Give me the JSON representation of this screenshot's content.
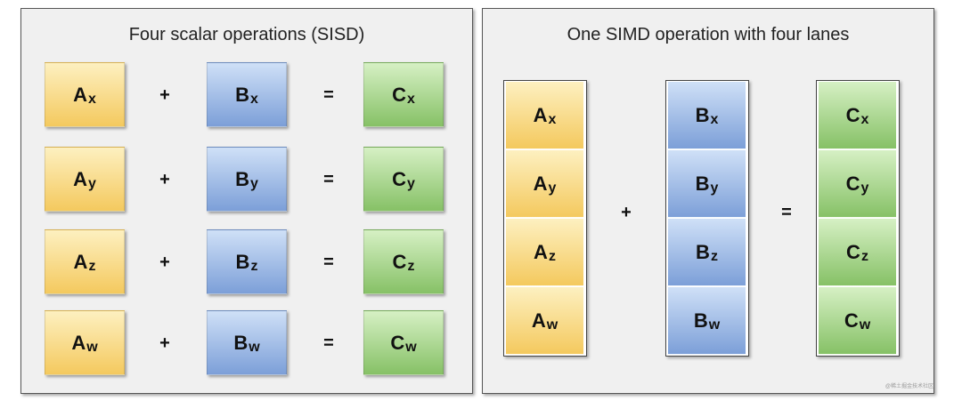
{
  "left_panel": {
    "title": "Four scalar operations (SISD)",
    "rows": [
      {
        "a": "A",
        "b": "B",
        "c": "C",
        "sub": "x",
        "plus": "+",
        "eq": "="
      },
      {
        "a": "A",
        "b": "B",
        "c": "C",
        "sub": "y",
        "plus": "+",
        "eq": "="
      },
      {
        "a": "A",
        "b": "B",
        "c": "C",
        "sub": "z",
        "plus": "+",
        "eq": "="
      },
      {
        "a": "A",
        "b": "B",
        "c": "C",
        "sub": "w",
        "plus": "+",
        "eq": "="
      }
    ]
  },
  "right_panel": {
    "title": "One SIMD operation with four lanes",
    "plus": "+",
    "eq": "=",
    "lanes": [
      {
        "a": "A",
        "b": "B",
        "c": "C",
        "sub": "x"
      },
      {
        "a": "A",
        "b": "B",
        "c": "C",
        "sub": "y"
      },
      {
        "a": "A",
        "b": "B",
        "c": "C",
        "sub": "z"
      },
      {
        "a": "A",
        "b": "B",
        "c": "C",
        "sub": "w"
      }
    ]
  },
  "watermark": "@稀土掘金技术社区",
  "colors": {
    "a_light": "#fdf0c0",
    "a_dark": "#f4c95e",
    "b_light": "#cfe0f7",
    "b_dark": "#7c9fd8",
    "c_light": "#d6f0c4",
    "c_dark": "#86c166"
  }
}
